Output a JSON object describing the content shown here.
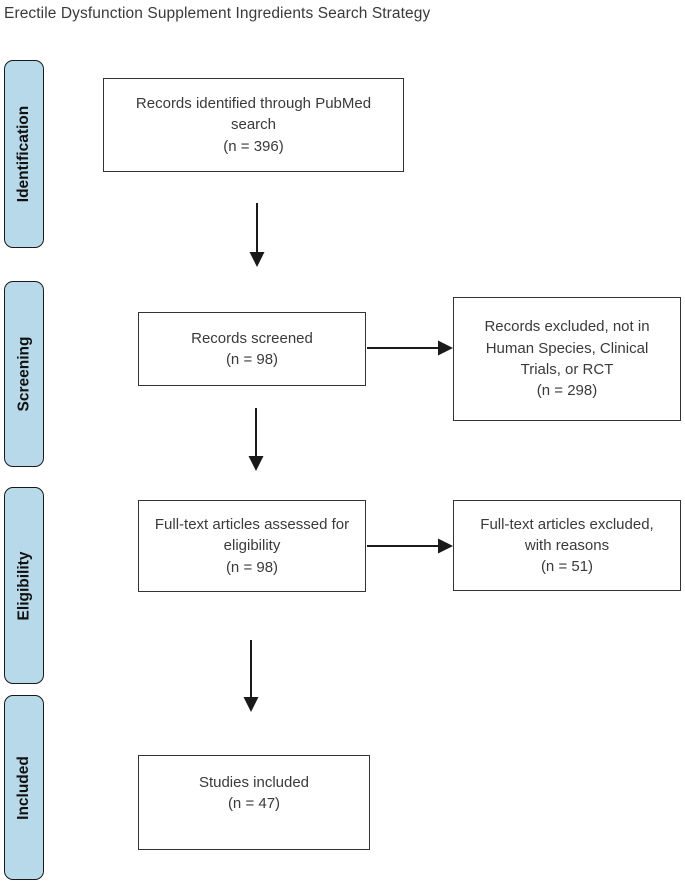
{
  "title": "Erectile Dysfunction Supplement Ingredients Search Strategy",
  "stages": [
    {
      "label": "Identification"
    },
    {
      "label": "Screening"
    },
    {
      "label": "Eligibility"
    },
    {
      "label": "Included"
    }
  ],
  "flow": {
    "identified": {
      "text": "Records identified through PubMed search",
      "count": "(n = 396)"
    },
    "screened": {
      "text": "Records screened",
      "count": "(n = 98)"
    },
    "screened_excluded": {
      "text": "Records excluded, not in Human Species, Clinical Trials, or RCT",
      "count": "(n = 298)"
    },
    "fulltext_assessed": {
      "text": "Full-text articles assessed for eligibility",
      "count": "(n = 98)"
    },
    "fulltext_excluded": {
      "text": "Full-text articles excluded, with reasons",
      "count": "(n = 51)"
    },
    "included": {
      "text": "Studies included",
      "count": "(n = 47)"
    }
  },
  "colors": {
    "stage_fill": "#b8d9ea",
    "stage_border": "#1a1a1a",
    "box_border": "#333333",
    "arrow": "#1a1a1a",
    "text": "#3a3a3a"
  }
}
